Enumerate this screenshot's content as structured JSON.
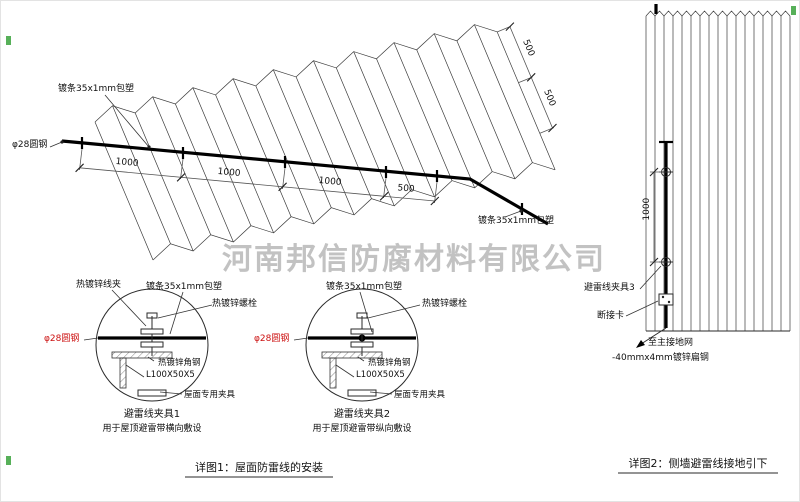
{
  "watermark": "河南邦信防腐材料有限公司",
  "colors": {
    "callout_red": "#cc1111",
    "watermark_gray": "#9a9a9a",
    "line_dark": "#2b2b2b"
  },
  "roof_view": {
    "label_strip_top": "镀条35x1mm包塑",
    "label_strip_right": "镀条35x1mm包塑",
    "label_round_steel": "φ28圆钢",
    "dims_bottom": [
      "1000",
      "1000",
      "1000",
      "500"
    ],
    "dims_right": [
      "500",
      "500"
    ]
  },
  "detail1": {
    "title": "避雷线夹具1",
    "subtitle": "用于屋顶避雷带横向敷设",
    "labels": {
      "wire_clamp": "热镀锌线夹",
      "strip": "镀条35x1mm包塑",
      "bolt": "热镀锌螺栓",
      "round_steel": "φ28圆钢",
      "angle_steel": "热镀锌角钢",
      "angle_size": "L100X50X5",
      "roof_clamp": "屋面专用夹具"
    }
  },
  "detail2": {
    "title": "避雷线夹具2",
    "subtitle": "用于屋顶避雷带纵向敷设",
    "labels": {
      "strip": "镀条35x1mm包塑",
      "bolt": "热镀锌螺栓",
      "round_steel": "φ28圆钢",
      "angle_steel": "热镀锌角钢",
      "angle_size": "L100X50X5",
      "roof_clamp": "屋面专用夹具"
    }
  },
  "wall_view": {
    "dim_spacing": "1000",
    "labels": {
      "clamp3": "避雷线夹具3",
      "disconnect_card": "断接卡",
      "to_ground": "至主接地网",
      "flat_steel": "-40mmx4mm镀锌扁钢"
    }
  },
  "captions": {
    "detail1": "详图1：屋面防雷线的安装",
    "detail2": "详图2：侧墙避雷线接地引下"
  }
}
